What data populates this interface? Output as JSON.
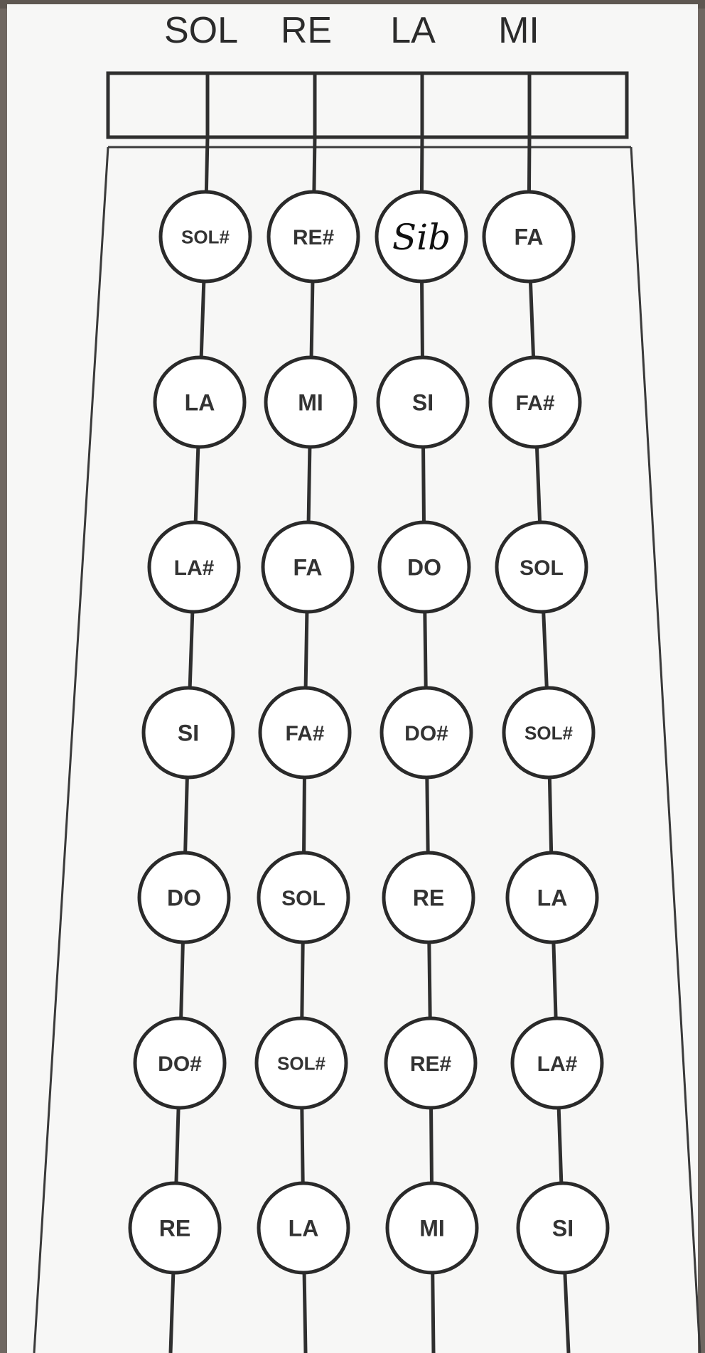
{
  "strings": [
    "SOL",
    "RE",
    "LA",
    "MI"
  ],
  "positions": [
    [
      "SOL#",
      "RE#",
      "Sib",
      "FA"
    ],
    [
      "LA",
      "MI",
      "SI",
      "FA#"
    ],
    [
      "LA#",
      "FA",
      "DO",
      "SOL"
    ],
    [
      "SI",
      "FA#",
      "DO#",
      "SOL#"
    ],
    [
      "DO",
      "SOL",
      "RE",
      "LA"
    ],
    [
      "DO#",
      "SOL#",
      "RE#",
      "LA#"
    ],
    [
      "RE",
      "LA",
      "MI",
      "SI"
    ]
  ],
  "handwritten_note": "Sib",
  "colors": {
    "paper": "#f7f7f6",
    "ink": "#2a2a2a",
    "background": "#6f6761"
  }
}
